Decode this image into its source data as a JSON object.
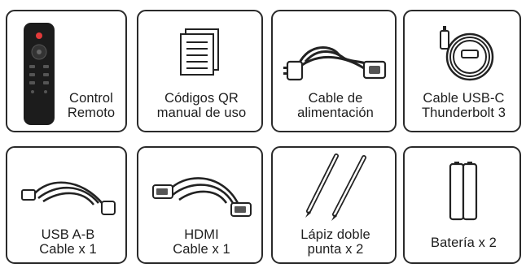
{
  "items": [
    {
      "name": "remote-control",
      "icon": "remote-control-icon",
      "line1": "Control",
      "line2": "Remoto"
    },
    {
      "name": "qr-manual",
      "icon": "document-pages-icon",
      "line1": "Códigos QR",
      "line2": "manual de uso"
    },
    {
      "name": "power-cable",
      "icon": "power-cable-icon",
      "line1": "Cable de",
      "line2": "alimentación"
    },
    {
      "name": "usb-c-cable",
      "icon": "usb-c-cable-icon",
      "line1": "Cable USB-C",
      "line2": "Thunderbolt 3"
    },
    {
      "name": "usb-ab-cable",
      "icon": "usb-cable-icon",
      "line1": "USB A-B",
      "line2": "Cable x 1"
    },
    {
      "name": "hdmi-cable",
      "icon": "hdmi-cable-icon",
      "line1": "HDMI",
      "line2": "Cable x 1"
    },
    {
      "name": "stylus",
      "icon": "stylus-pen-icon",
      "line1": "Lápiz doble",
      "line2": "punta x 2"
    },
    {
      "name": "battery",
      "icon": "battery-icon",
      "line1": "",
      "line2": "Batería x 2"
    }
  ]
}
